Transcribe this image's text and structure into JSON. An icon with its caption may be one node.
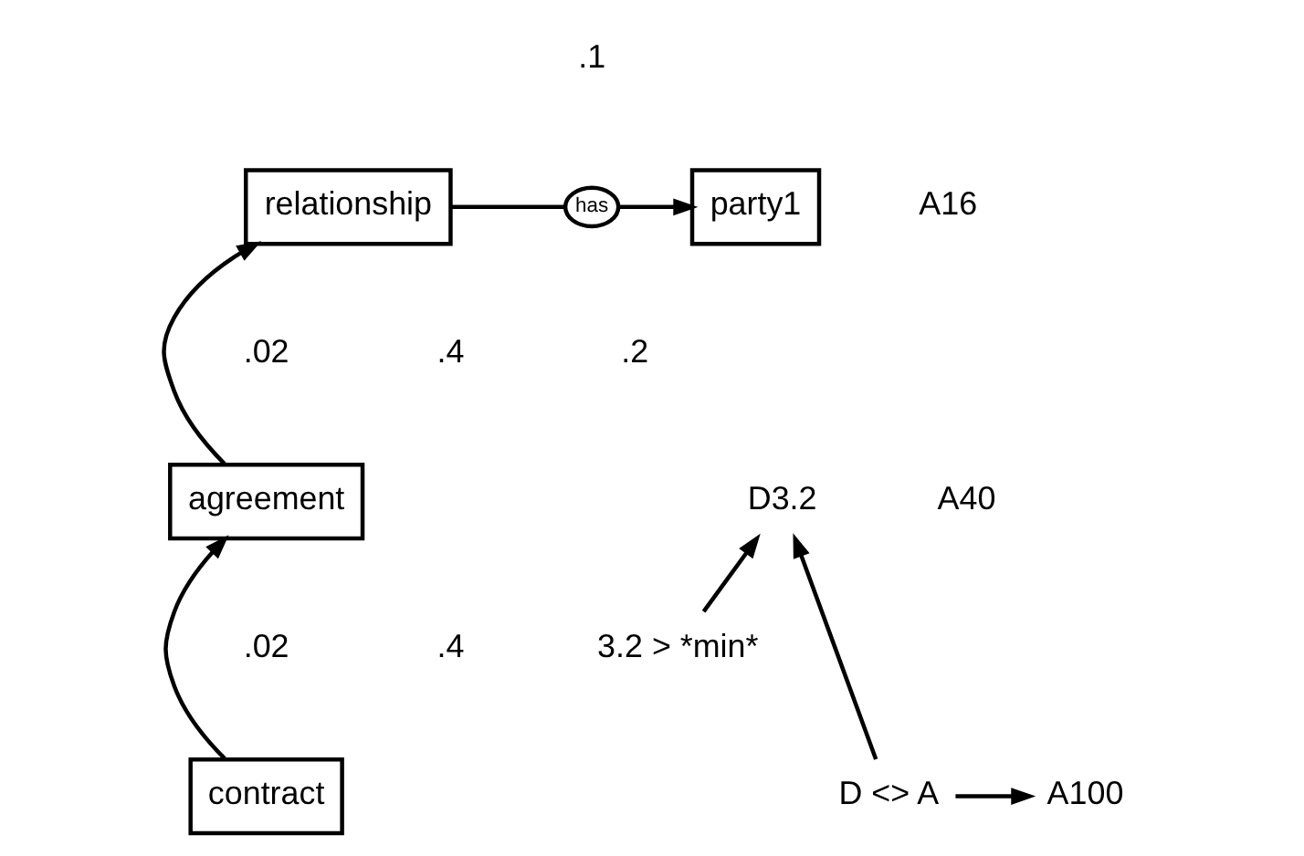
{
  "diagram": {
    "nodes": [
      {
        "text": [
          "relationship"
        ]
      },
      {
        "text": [
          "has"
        ]
      },
      {
        "text": [
          "party1"
        ]
      },
      {
        "text": [
          "agreement"
        ]
      },
      {
        "text": [
          "D3.2"
        ]
      },
      {
        "text": [
          "3.2 > *min*"
        ]
      },
      {
        "text": [
          "D <> A"
        ]
      },
      {
        "text": [
          "A100"
        ]
      },
      {
        "text": [
          "contract"
        ]
      }
    ],
    "edges": [
      {
        "from": 0,
        "to": 1,
        "arrow": "none"
      },
      {
        "from": 1,
        "to": 2,
        "arrow": "to"
      },
      {
        "from": 3,
        "to": 0,
        "arrow": "to"
      },
      {
        "from": 8,
        "to": 3,
        "arrow": "to"
      },
      {
        "from": 6,
        "to": 4,
        "arrow": "to"
      },
      {
        "from": 5,
        "to": 4,
        "arrow": "to"
      },
      {
        "from": 6,
        "to": 7,
        "arrow": "to"
      }
    ],
    "labels": [
      "A16",
      ".1",
      ".2",
      ".02",
      ".4",
      "A40",
      ".02",
      ".4"
    ]
  }
}
